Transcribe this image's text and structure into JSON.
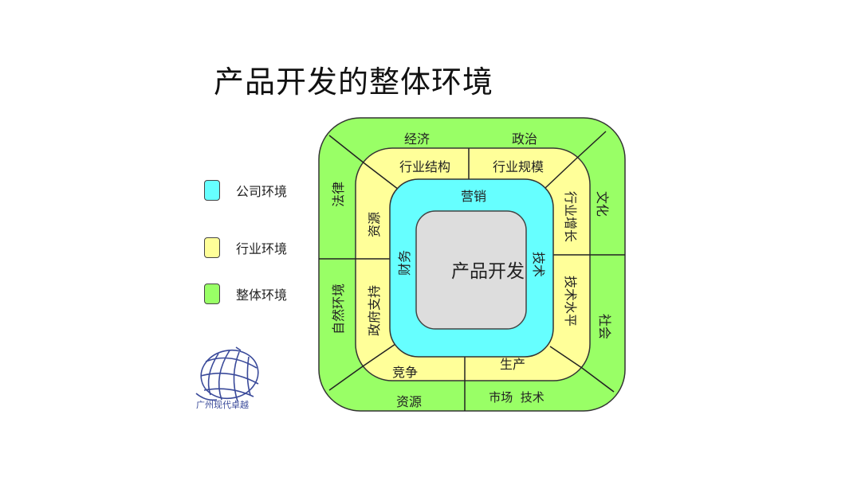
{
  "title": "产品开发的整体环境",
  "legend": [
    {
      "label": "公司环境",
      "color": "#66ffff"
    },
    {
      "label": "行业环境",
      "color": "#ffff99"
    },
    {
      "label": "整体环境",
      "color": "#99ff66"
    }
  ],
  "diagram": {
    "center": {
      "label": "产品开发",
      "color": "#dddddd"
    },
    "company_ring": {
      "color": "#66ffff",
      "top": "营销",
      "left": "财务",
      "right": "技术"
    },
    "industry_ring": {
      "color": "#ffff99",
      "top_left": "行业结构",
      "top_right": "行业规模",
      "left_upper": "资源",
      "left_lower": "政府支持",
      "right_upper": "行业增长",
      "right_lower": "技术水平",
      "bottom_left": "竞争",
      "bottom_right": "生产"
    },
    "overall_ring": {
      "color": "#99ff66",
      "top_left": "经济",
      "top_right": "政治",
      "left_upper": "法律",
      "left_lower": "自然环境",
      "right_upper": "文化",
      "right_lower": "社会",
      "bottom_left": "资源",
      "bottom_right": "市场  技术"
    }
  },
  "logo": {
    "text": "广州现代卓越"
  }
}
